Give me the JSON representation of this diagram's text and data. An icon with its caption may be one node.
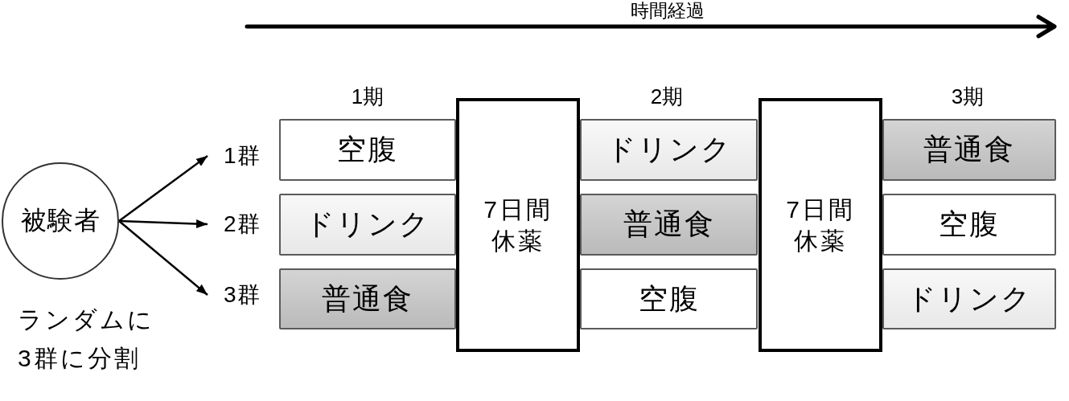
{
  "diagram": {
    "nodes": [
      {
        "text": [
          "被験者"
        ],
        "beside": [
          "ランダムに3群に分割"
        ]
      },
      {
        "text": [
          "1群"
        ]
      },
      {
        "text": [
          "2群"
        ]
      },
      {
        "text": [
          "3群"
        ]
      },
      {
        "text": [
          "空腹"
        ]
      },
      {
        "text": [
          "ドリンク"
        ]
      },
      {
        "text": [
          "普通食"
        ]
      },
      {
        "text": [
          "7日間休薬"
        ]
      },
      {
        "text": [
          "ドリンク"
        ]
      },
      {
        "text": [
          "普通食"
        ]
      },
      {
        "text": [
          "空腹"
        ]
      },
      {
        "text": [
          "7日間休薬"
        ]
      },
      {
        "text": [
          "普通食"
        ]
      },
      {
        "text": [
          "空腹"
        ]
      },
      {
        "text": [
          "ドリンク"
        ]
      }
    ],
    "edges": [
      {
        "from": 0,
        "to": 1,
        "arrow": "to"
      },
      {
        "from": 0,
        "to": 2,
        "arrow": "to"
      },
      {
        "from": 0,
        "to": 3,
        "arrow": "to"
      }
    ],
    "labels": [
      "時間経過",
      "1期",
      "2期",
      "3期"
    ]
  }
}
